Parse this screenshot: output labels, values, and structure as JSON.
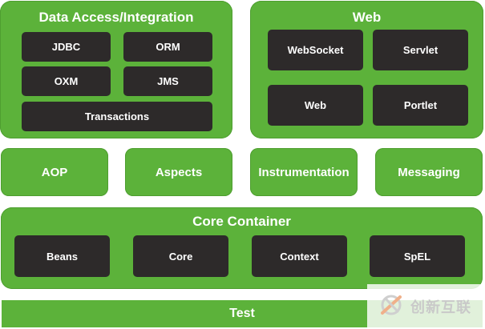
{
  "data_access": {
    "title": "Data Access/Integration",
    "jdbc": "JDBC",
    "orm": "ORM",
    "oxm": "OXM",
    "jms": "JMS",
    "transactions": "Transactions"
  },
  "web": {
    "title": "Web",
    "websocket": "WebSocket",
    "servlet": "Servlet",
    "web": "Web",
    "portlet": "Portlet"
  },
  "middle": {
    "aop": "AOP",
    "aspects": "Aspects",
    "instrumentation": "Instrumentation",
    "messaging": "Messaging"
  },
  "core": {
    "title": "Core Container",
    "beans": "Beans",
    "core": "Core",
    "context": "Context",
    "spel": "SpEL"
  },
  "test": {
    "label": "Test"
  },
  "watermark": {
    "text": "创新互联"
  },
  "colors": {
    "green": "#5cb23a",
    "dark": "#2d2a2a",
    "text": "#ffffff"
  }
}
